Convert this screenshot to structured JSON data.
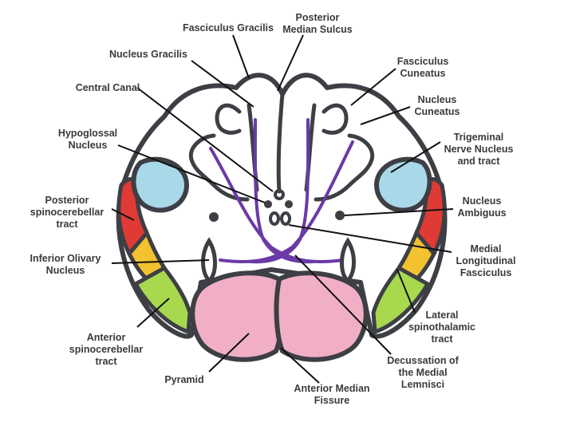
{
  "labels": {
    "fasciculus_gracilis": "Fasciculus Gracilis",
    "posterior_median_sulcus_1": "Posterior",
    "posterior_median_sulcus_2": "Median Sulcus",
    "nucleus_gracilis": "Nucleus Gracilis",
    "fasciculus_cuneatus_1": "Fasciculus",
    "fasciculus_cuneatus_2": "Cuneatus",
    "central_canal": "Central Canal",
    "nucleus_cuneatus_1": "Nucleus",
    "nucleus_cuneatus_2": "Cuneatus",
    "hypoglossal_1": "Hypoglossal",
    "hypoglossal_2": "Nucleus",
    "trigeminal_1": "Trigeminal",
    "trigeminal_2": "Nerve Nucleus",
    "trigeminal_3": "and tract",
    "posterior_spino_1": "Posterior",
    "posterior_spino_2": "spinocerebellar",
    "posterior_spino_3": "tract",
    "nucleus_ambiguus_1": "Nucleus",
    "nucleus_ambiguus_2": "Ambiguus",
    "inferior_olivary_1": "Inferior Olivary",
    "inferior_olivary_2": "Nucleus",
    "mlf_1": "Medial",
    "mlf_2": "Longitudinal",
    "mlf_3": "Fasciculus",
    "lateral_spino_1": "Lateral",
    "lateral_spino_2": "spinothalamic",
    "lateral_spino_3": "tract",
    "anterior_spino_1": "Anterior",
    "anterior_spino_2": "spinocerebellar",
    "anterior_spino_3": "tract",
    "pyramid": "Pyramid",
    "decussation_1": "Decussation of",
    "decussation_2": "the Medial",
    "decussation_3": "Lemnisci",
    "anterior_median_fissure_1": "Anterior Median",
    "anterior_median_fissure_2": "Fissure"
  },
  "colors": {
    "outline": "#3d3f45",
    "trigeminal": "#a9d9e8",
    "posterior_spinocerebellar": "#e03a35",
    "lateral_spinothalamic": "#f2c230",
    "anterior_spinocerebellar": "#a8d84e",
    "pyramid": "#f1afc6",
    "lemniscus": "#6a3aa6",
    "leader": "#111111"
  }
}
